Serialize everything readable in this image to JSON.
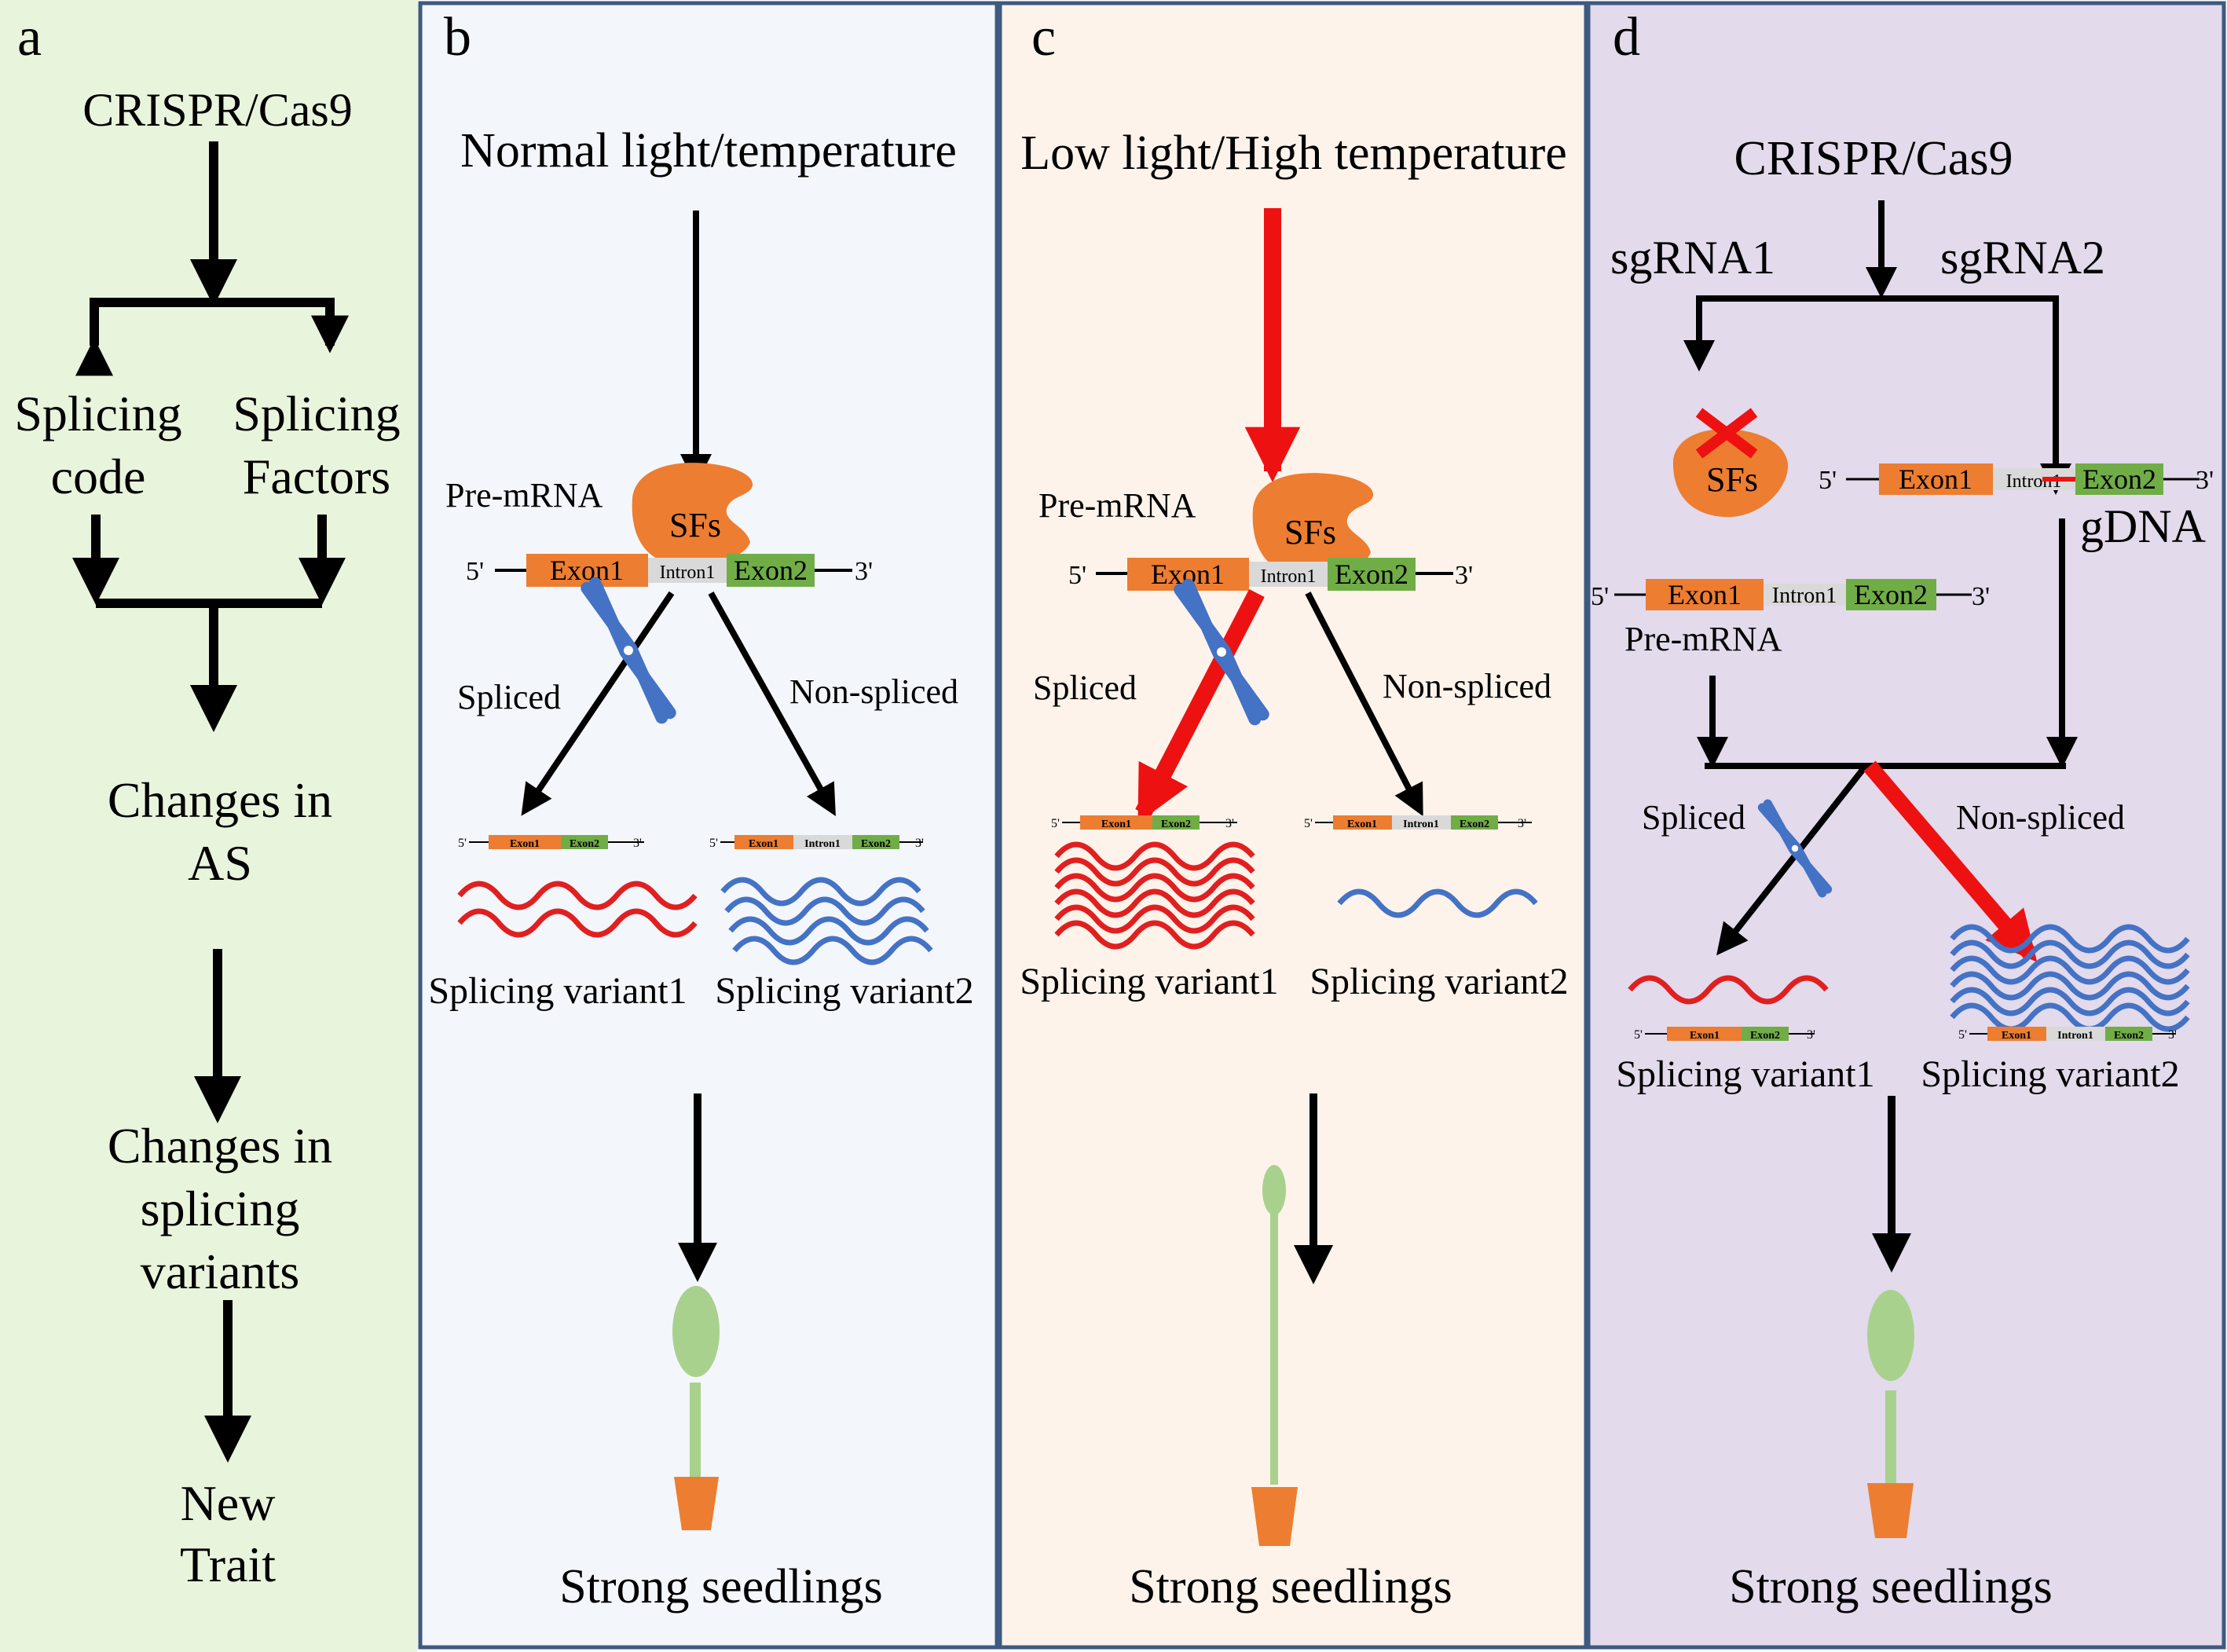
{
  "colors": {
    "panel_a_bg": "#e9f4dc",
    "panel_b_bg": "#f3f6fb",
    "panel_c_bg": "#fdf3ea",
    "panel_d_bg": "#e3daec",
    "border": "#3d5a80",
    "exon1": "#ed7d31",
    "exon2": "#70ad47",
    "intron": "#d9d9d9",
    "sf": "#ed7d31",
    "red_arrow": "#ee1111",
    "red_wave": "#e02020",
    "blue_wave": "#4472c4",
    "scissors": "#4472c4",
    "seedling": "#a9d18e",
    "pot": "#ed7d31"
  },
  "panel_a": {
    "letter": "a",
    "top": "CRISPR/Cas9",
    "left_line1": "Splicing",
    "left_line2": "code",
    "right_line1": "Splicing",
    "right_line2": "Factors",
    "changes_as_1": "Changes in",
    "changes_as_2": "AS",
    "changes_sv_1": "Changes in",
    "changes_sv_2": "splicing",
    "changes_sv_3": "variants",
    "trait_1": "New",
    "trait_2": "Trait"
  },
  "panel_b": {
    "letter": "b",
    "title": "Normal light/temperature",
    "premrna": "Pre-mRNA",
    "sfs": "SFs",
    "five": "5'",
    "three": "3'",
    "exon1": "Exon1",
    "intron1": "Intron1",
    "exon2": "Exon2",
    "spliced": "Spliced",
    "nonspliced": "Non-spliced",
    "variant1": "Splicing variant1",
    "variant2": "Splicing variant2",
    "seedlings": "Strong seedlings"
  },
  "panel_c": {
    "letter": "c",
    "title": "Low light/High temperature",
    "premrna": "Pre-mRNA",
    "sfs": "SFs",
    "five": "5'",
    "three": "3'",
    "exon1": "Exon1",
    "intron1": "Intron1",
    "exon2": "Exon2",
    "spliced": "Spliced",
    "nonspliced": "Non-spliced",
    "variant1": "Splicing variant1",
    "variant2": "Splicing variant2",
    "seedlings": "Strong seedlings"
  },
  "panel_d": {
    "letter": "d",
    "title": "CRISPR/Cas9",
    "sgrna1": "sgRNA1",
    "sgrna2": "sgRNA2",
    "sfs": "SFs",
    "five": "5'",
    "three": "3'",
    "exon1": "Exon1",
    "intron1": "Intron1",
    "exon2": "Exon2",
    "gdna": "gDNA",
    "premrna": "Pre-mRNA",
    "spliced": "Spliced",
    "nonspliced": "Non-spliced",
    "variant1": "Splicing variant1",
    "variant2": "Splicing variant2",
    "seedlings": "Strong seedlings"
  }
}
